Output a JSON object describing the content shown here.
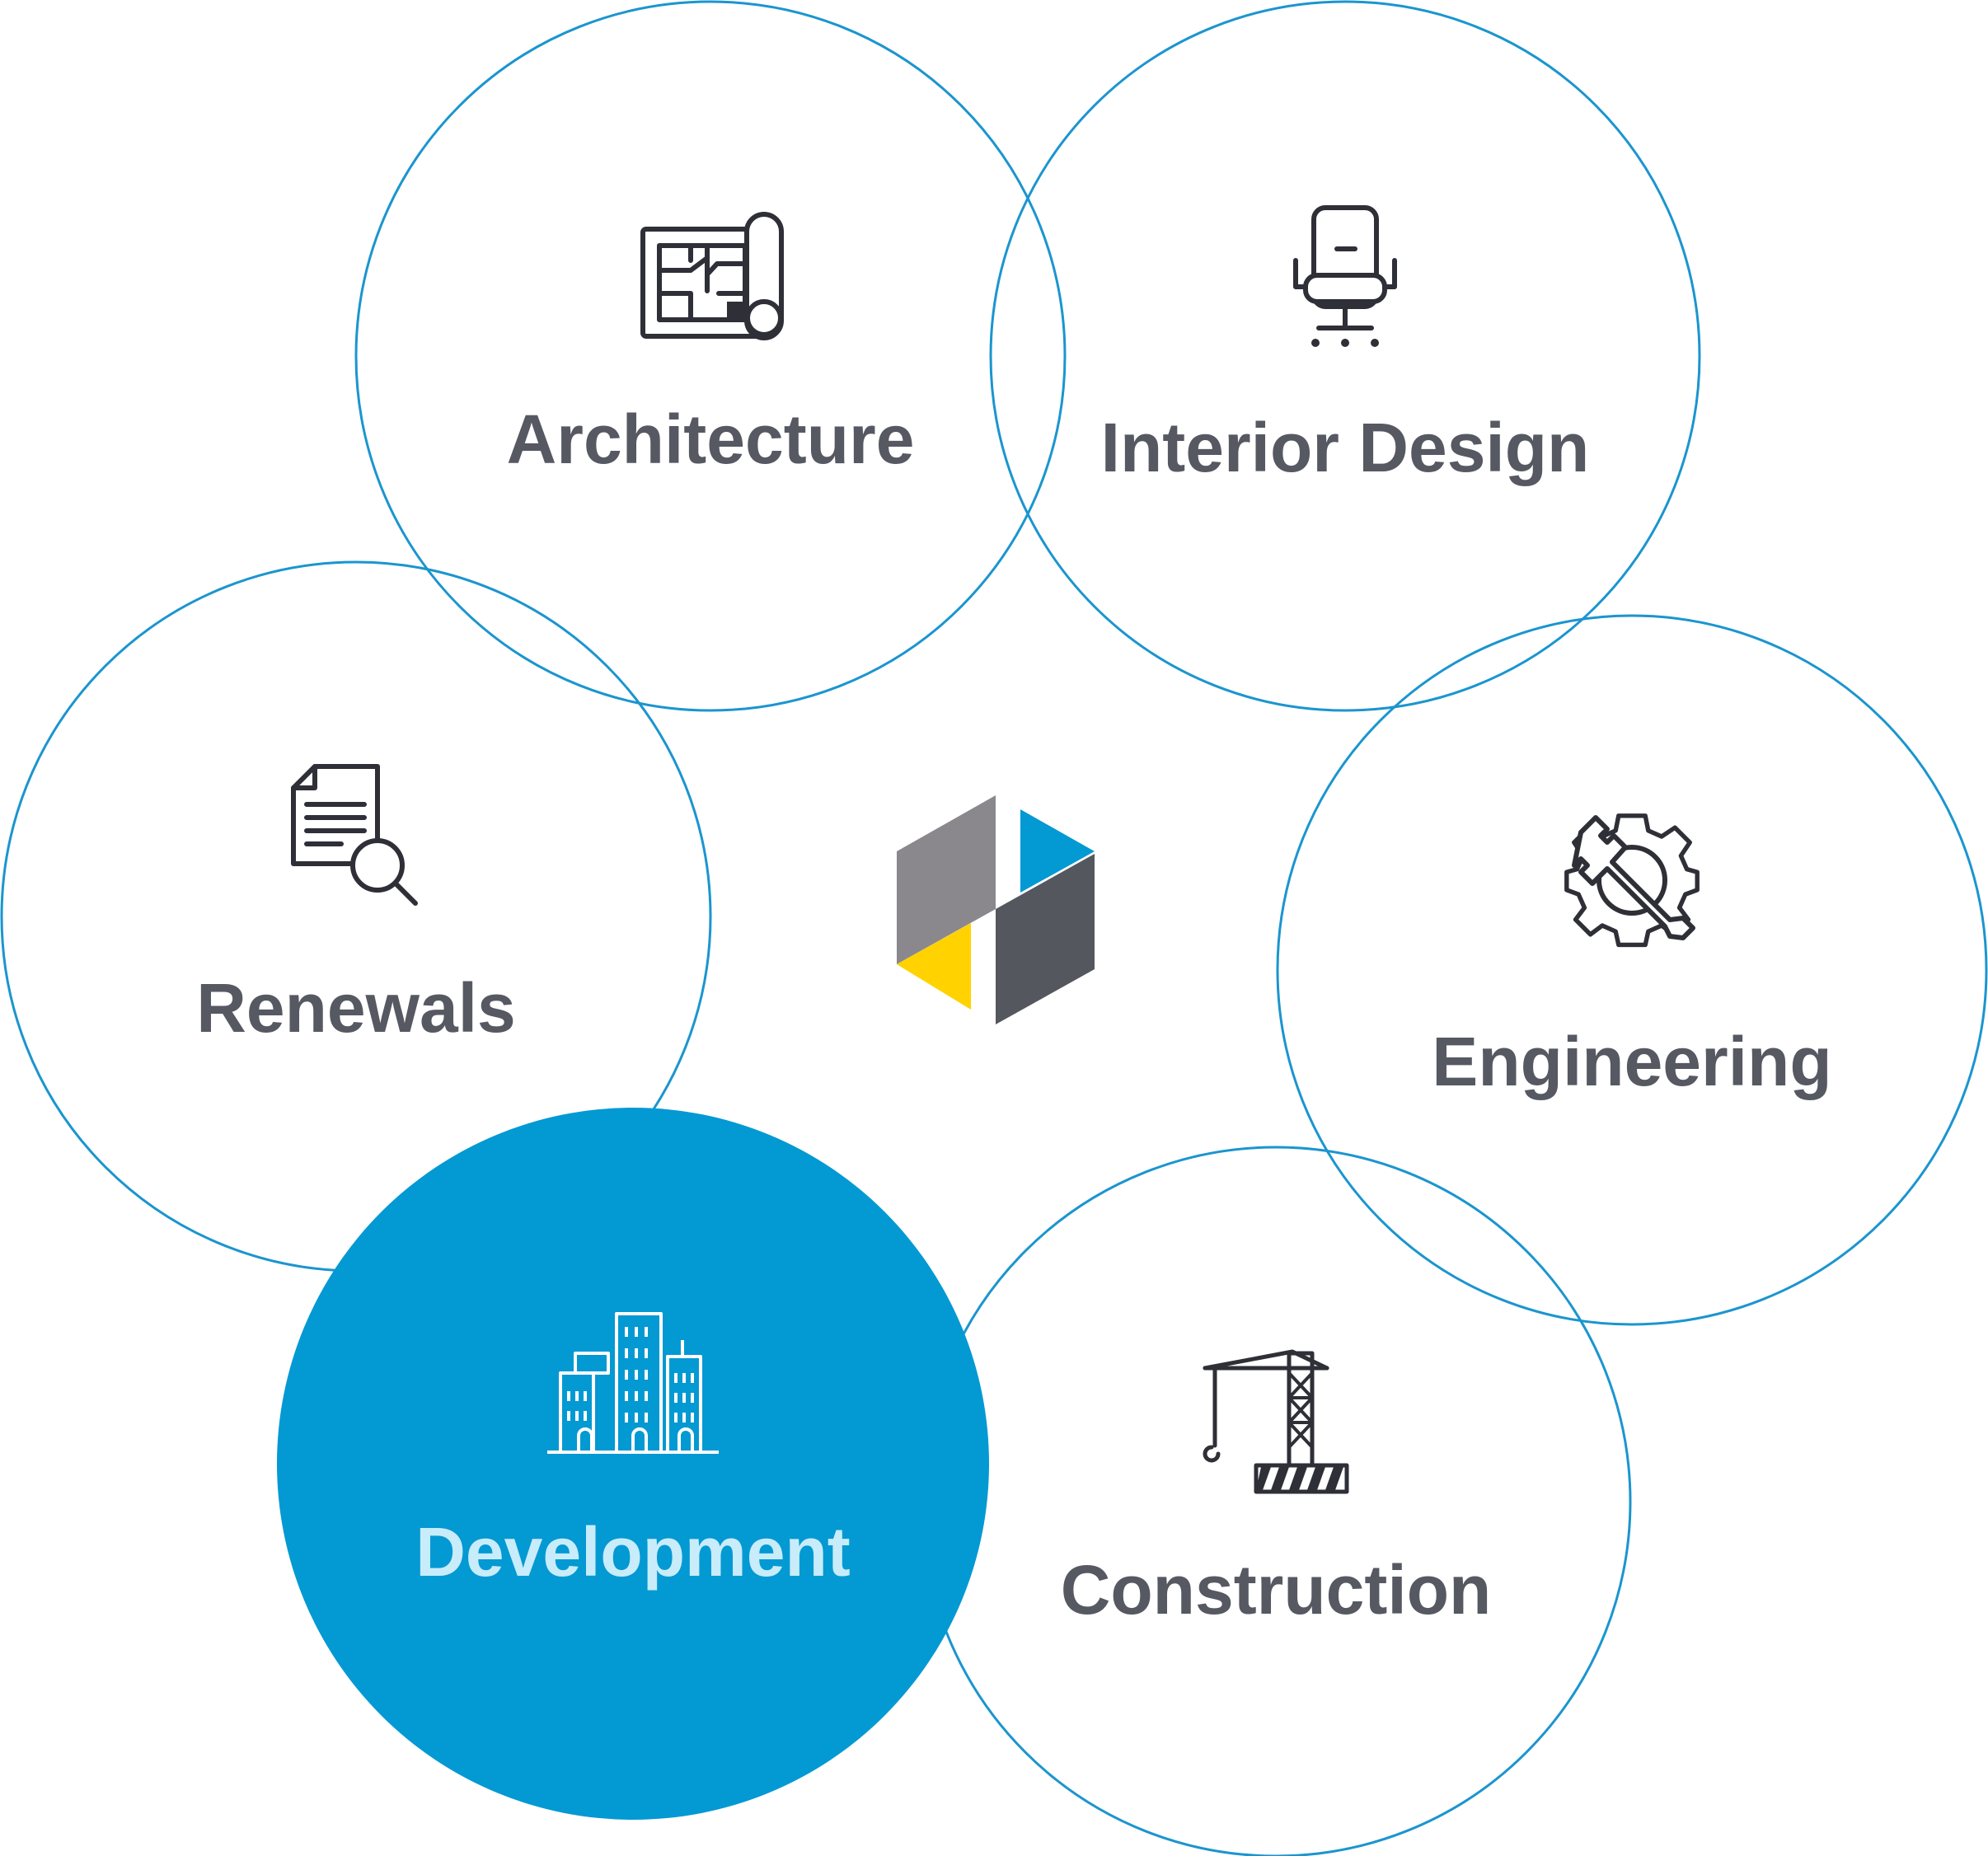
{
  "diagram": {
    "services": [
      {
        "id": "architecture",
        "label": "Architecture",
        "icon": "blueprint-icon",
        "active": false
      },
      {
        "id": "interior-design",
        "label": "Interior Design",
        "icon": "office-chair-icon",
        "active": false
      },
      {
        "id": "renewals",
        "label": "Renewals",
        "icon": "document-search-icon",
        "active": false
      },
      {
        "id": "engineering",
        "label": "Engineering",
        "icon": "gear-wrench-icon",
        "active": false
      },
      {
        "id": "development",
        "label": "Development",
        "icon": "city-buildings-icon",
        "active": true
      },
      {
        "id": "construction",
        "label": "Construction",
        "icon": "crane-icon",
        "active": false
      }
    ],
    "center_logo": {
      "icon": "hexagon-logo-icon",
      "colors": {
        "grey": "#8a888d",
        "blue": "#0399d3",
        "yellow": "#ffd200",
        "dark": "#55575e"
      }
    }
  },
  "colors": {
    "ring_stroke": "#1b95cf",
    "active_fill": "#0399d3",
    "label_text": "#565862",
    "active_label_text": "#c8ecfa",
    "icon_stroke": "#2e2f37"
  }
}
